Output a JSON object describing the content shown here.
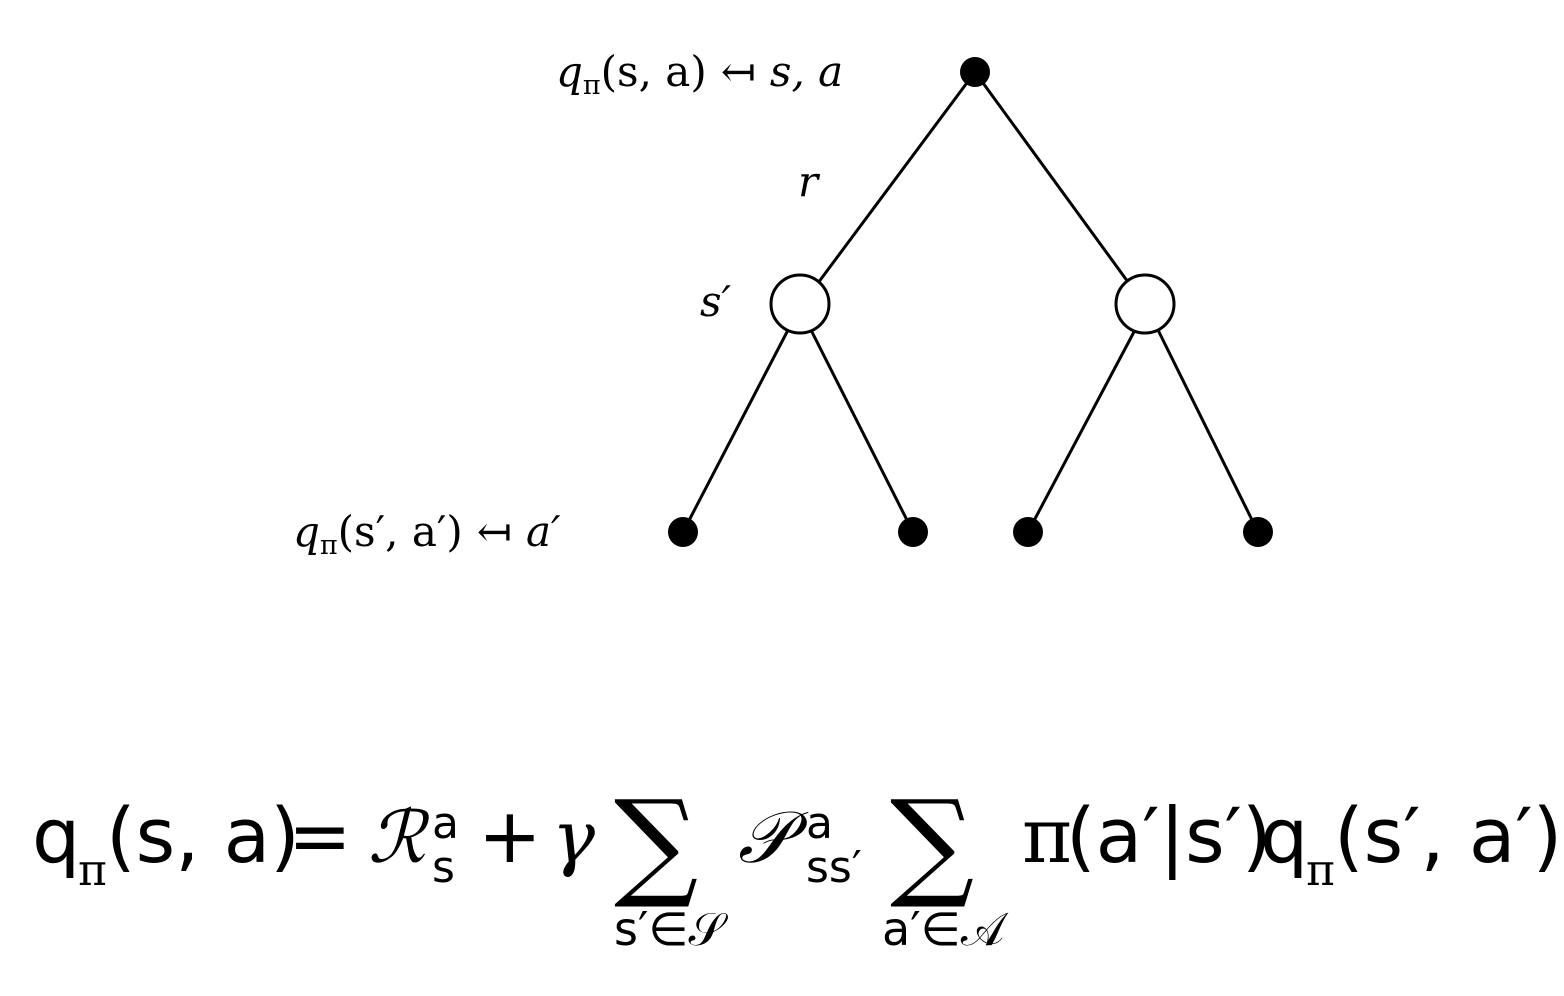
{
  "diagram": {
    "root": {
      "kind": "action-node",
      "fill": "#000000"
    },
    "states": [
      {
        "kind": "state-node",
        "fill": "#ffffff"
      },
      {
        "kind": "state-node",
        "fill": "#ffffff"
      }
    ],
    "leaves": [
      {
        "kind": "action-node",
        "fill": "#000000"
      },
      {
        "kind": "action-node",
        "fill": "#000000"
      },
      {
        "kind": "action-node",
        "fill": "#000000"
      },
      {
        "kind": "action-node",
        "fill": "#000000"
      }
    ],
    "labels": {
      "root_q": "q",
      "root_q_sub": "π",
      "root_args": "(s, a)",
      "root_arrow": "↤",
      "root_sa": "s, a",
      "reward": "r",
      "state": "s′",
      "leaf_q": "q",
      "leaf_q_sub": "π",
      "leaf_args": "(s′, a′)",
      "leaf_arrow": "↤",
      "leaf_a": "a′"
    }
  },
  "equation": {
    "lhs_q": "q",
    "lhs_sub": "π",
    "lhs_args": "(s, a)",
    "equals": "=",
    "R": "ℛ",
    "R_sup": "a",
    "R_sub": "s",
    "plus": "+",
    "gamma": "γ",
    "sum1": "∑",
    "sum1_under": "s′∈𝒮",
    "P": "𝒫",
    "P_sup": "a",
    "P_sub": "ss′",
    "sum2": "∑",
    "sum2_under": "a′∈𝒜",
    "pi": "π",
    "pi_args": "(a′|s′)",
    "q2": "q",
    "q2_sub": "π",
    "q2_args": "(s′, a′)"
  }
}
